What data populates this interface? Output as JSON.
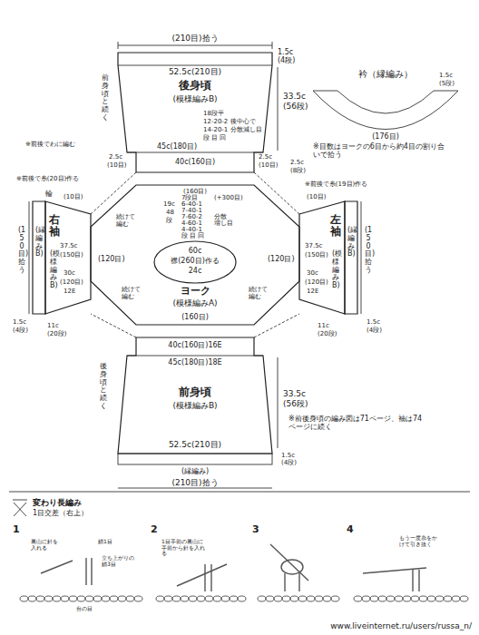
{
  "diagram": {
    "nodes": [
      {
        "text": [
          "後身頃",
          "(模様編みB)"
        ]
      },
      {
        "text": [
          "ヨーク",
          "(模様編みA)"
        ]
      },
      {
        "text": [
          "60c",
          "襟(260目)作る",
          "24c"
        ],
        "in": 1
      },
      {
        "text": [
          "(縁編みB)"
        ]
      },
      {
        "text": [
          "右袖",
          "(模様編みB)"
        ]
      },
      {
        "text": [
          "左袖",
          "(模様編みB)"
        ]
      },
      {
        "text": [
          "(縁編みB)"
        ]
      },
      {
        "text": [
          "前身頃",
          "(模様編みB)"
        ]
      }
    ],
    "labels": [
      "(210目)拾う",
      "1.5c",
      "(4段)",
      "52.5c(210目)",
      "33.5c",
      "(56段)",
      "前身頃と続く",
      "18段平",
      "12-20-2",
      "14-20-1",
      "段 目 回",
      "後中心で",
      "分散減し目",
      "45c(180目)",
      "40c(160目)",
      "※前後でわに編む",
      "2.5c",
      "(10目)",
      "2.5c",
      "(10目)",
      "2.5c",
      "(8段)",
      "※前後で糸(20目)作る",
      "※前後で糸(19目)作る",
      "(160目)",
      "7段目",
      "6-40-1",
      "7-40-1",
      "7-60-2",
      "4-60-1",
      "4-40-1",
      "段 目 回",
      "(+300目)",
      "分散",
      "増し目",
      "19c",
      "48",
      "段",
      "続けて編む",
      "続けて編む",
      "続けて編む",
      "(120目)",
      "(120目)",
      "(160目)",
      "輪",
      "(10目)",
      "(150目)拾う",
      "37.5c",
      "(150目)",
      "30c",
      "(120目)",
      "12E",
      "1.5c",
      "(4段)",
      "11c",
      "(20段)",
      "(10目)",
      "(150目)拾う",
      "37.5c",
      "(150目)",
      "30c",
      "(120目)",
      "12E",
      "11c",
      "(20段)",
      "1.5c",
      "(4段)",
      "40c(160目)16E",
      "45c(180目)18E",
      "後身頃と続く",
      "33.5c",
      "(56段)",
      "※前後身頃の編み図は71ページ、袖は74ページに続く",
      "52.5c(210目)",
      "1.5c",
      "(4段)",
      "(縁編み)",
      "(210目)拾う",
      "衿（縁編み）",
      "1.5c",
      "(5段)",
      "(176目)",
      "※目数はヨークの6目から約4目の割り合いで拾う",
      "変わり長編み",
      "1目交差（右上）",
      "1",
      "2",
      "3",
      "4",
      "裏山に針を入れる",
      "鎖1目",
      "立ち上がりの鎖3目",
      "台の目",
      "1目手前の裏山に手前から針を入れる",
      "もう一度糸をかけて引き抜く",
      "www.liveinternet.ru/users/russa_n/"
    ]
  }
}
